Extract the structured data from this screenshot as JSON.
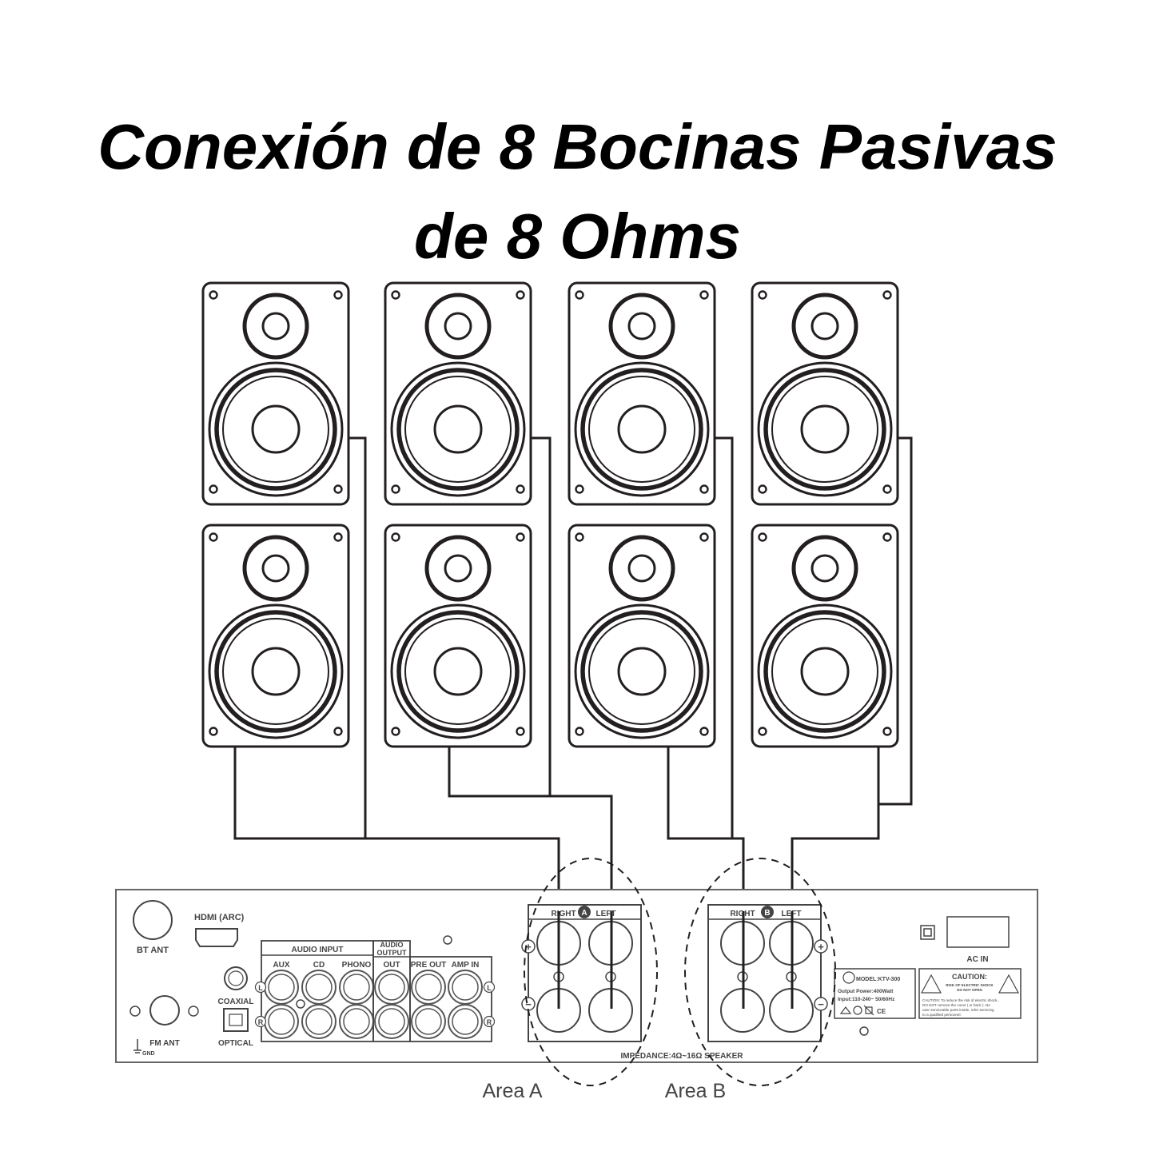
{
  "title": {
    "line1": "Conexión de 8 Bocinas Pasivas",
    "line2": "de 8 Ohms"
  },
  "receiver": {
    "bt_ant": "BT ANT",
    "fm_ant": "FM ANT",
    "gnd": "GND",
    "hdmi": "HDMI (ARC)",
    "coaxial": "COAXIAL",
    "optical": "OPTICAL",
    "audio_input": "AUDIO INPUT",
    "audio_output_1": "AUDIO",
    "audio_output_2": "OUTPUT",
    "aux": "AUX",
    "cd": "CD",
    "phono": "PHONO",
    "out": "OUT",
    "pre_out": "PRE OUT",
    "amp_in": "AMP IN",
    "l": "L",
    "r": "R",
    "right": "RIGHT",
    "left": "LEFT",
    "a": "A",
    "b": "B",
    "plus": "+",
    "minus": "−",
    "impedance": "IMPEDANCE:4Ω~16Ω SPEAKER",
    "ac_in": "AC IN",
    "model": "MODEL:KTV-300",
    "output_power": "Output Power:400Watt",
    "input": "Input:110-240~ 50/60Hz",
    "caution": "CAUTION:",
    "caution_sub1": "RISK OF ELECTRIC SHOCK",
    "caution_sub2": "DO NOT OPEN",
    "caution_note1": "CAUTION: To reduce the risk of electric shock,",
    "caution_note2": "DO NOT remove the cover ( or back ). No",
    "caution_note3": "user serviceable parts inside, refer servicing",
    "caution_note4": "to a qualified personnel."
  },
  "areas": {
    "a": "Area A",
    "b": "Area B"
  }
}
